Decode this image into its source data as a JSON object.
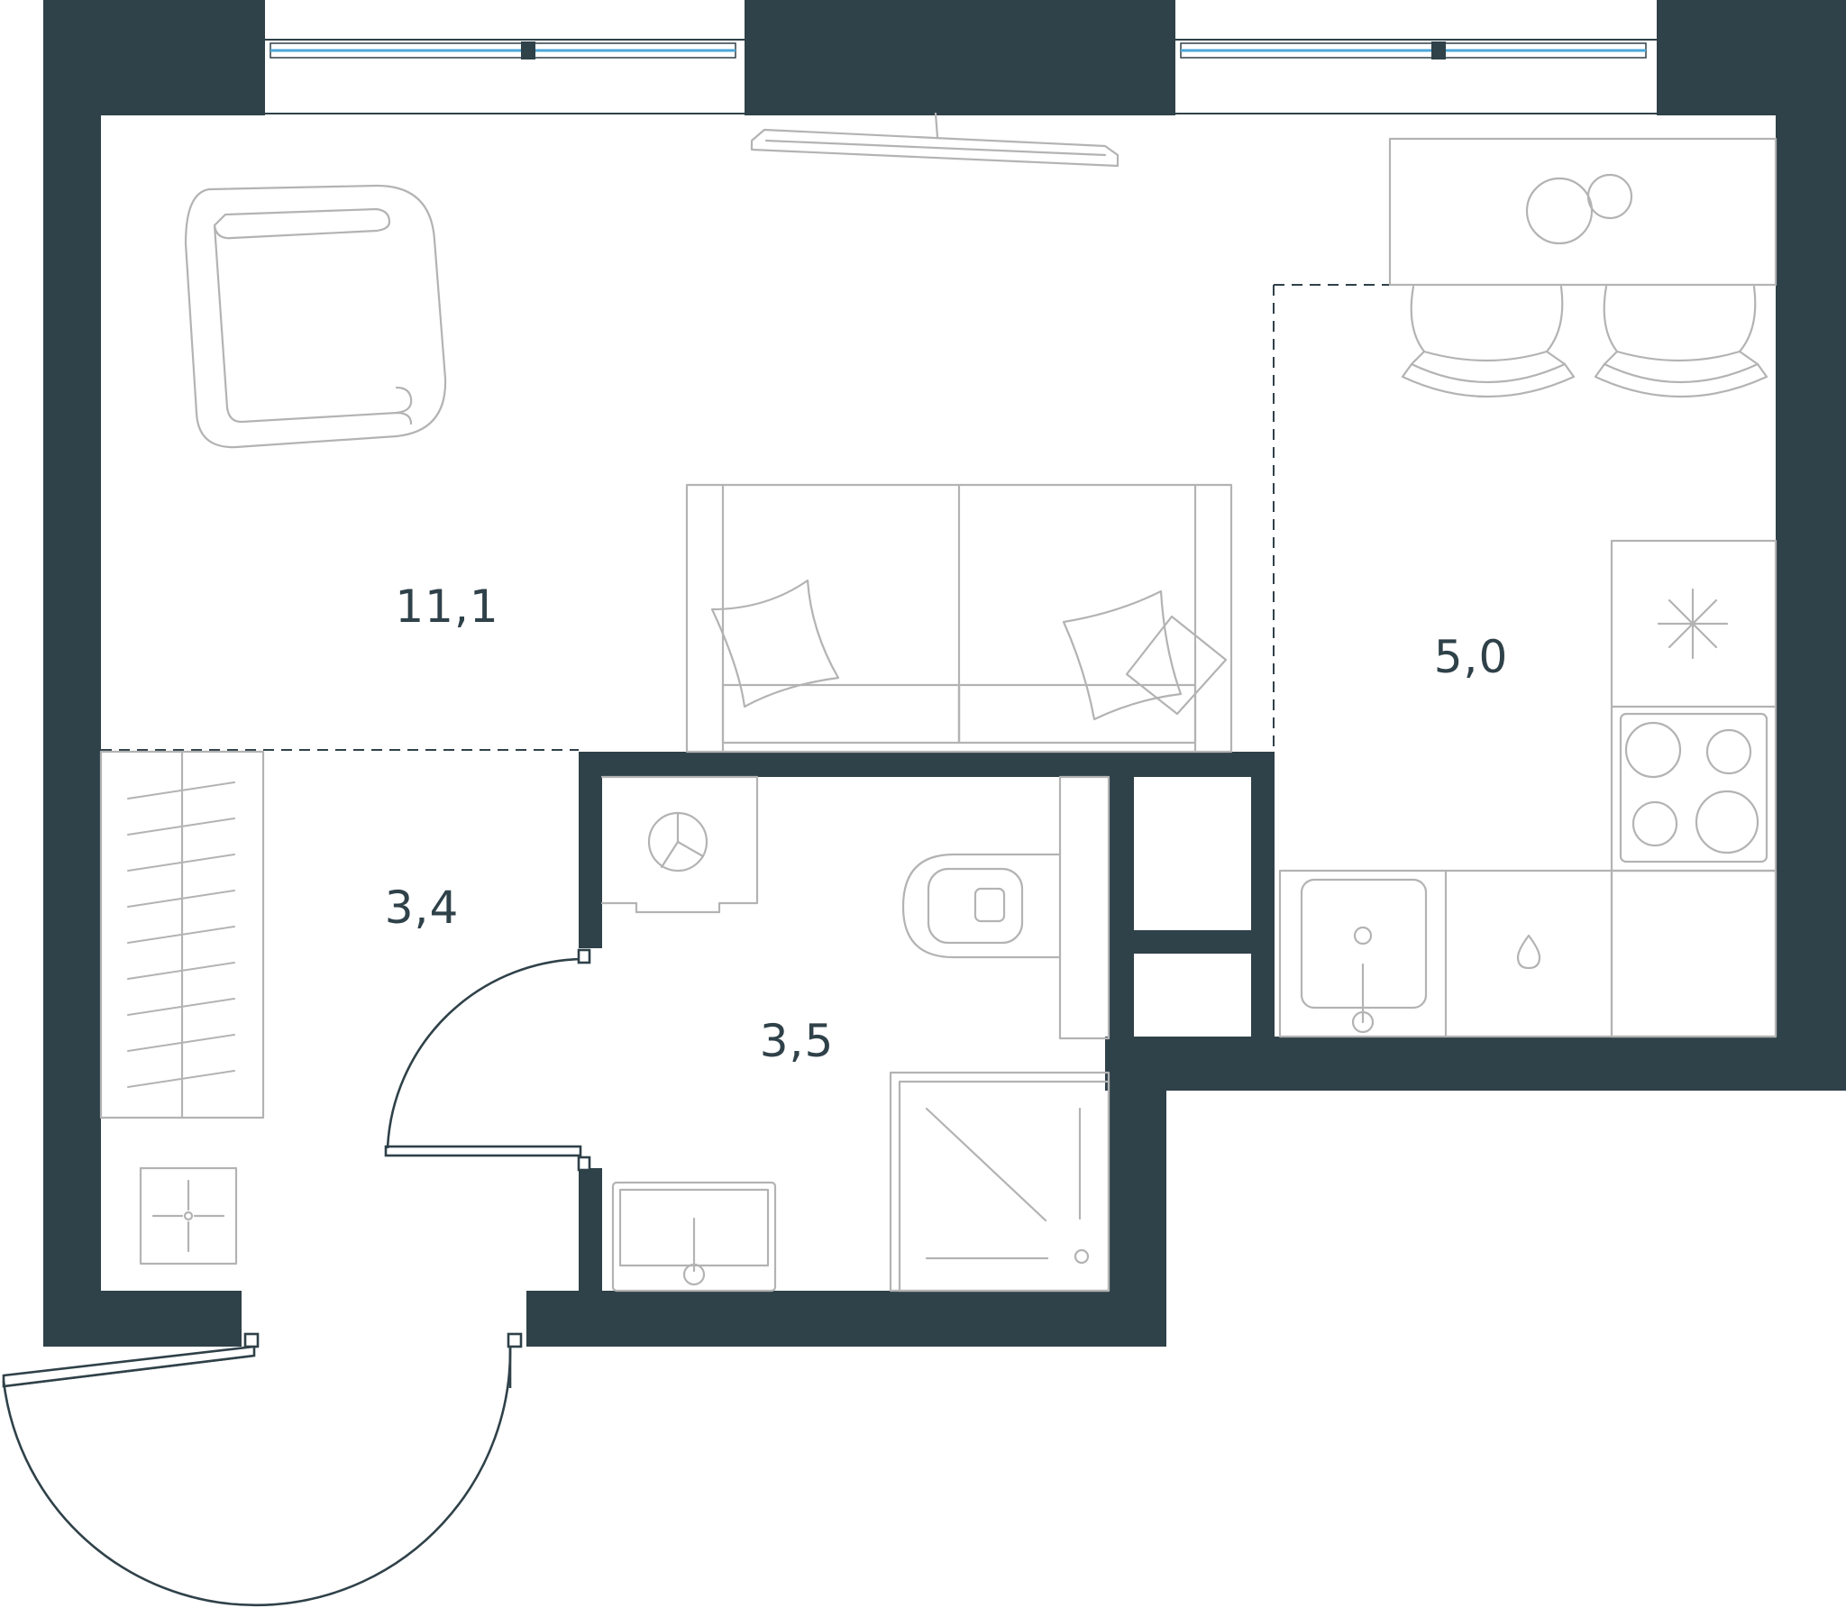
{
  "colors": {
    "wall": "#2f4149",
    "furniture": "#b3b3b3",
    "glass": "#4aa7d8",
    "background": "#ffffff"
  },
  "rooms": [
    {
      "id": "living-room",
      "area": "11,1"
    },
    {
      "id": "kitchen",
      "area": "5,0"
    },
    {
      "id": "hallway",
      "area": "3,4"
    },
    {
      "id": "bathroom",
      "area": "3,5"
    }
  ]
}
